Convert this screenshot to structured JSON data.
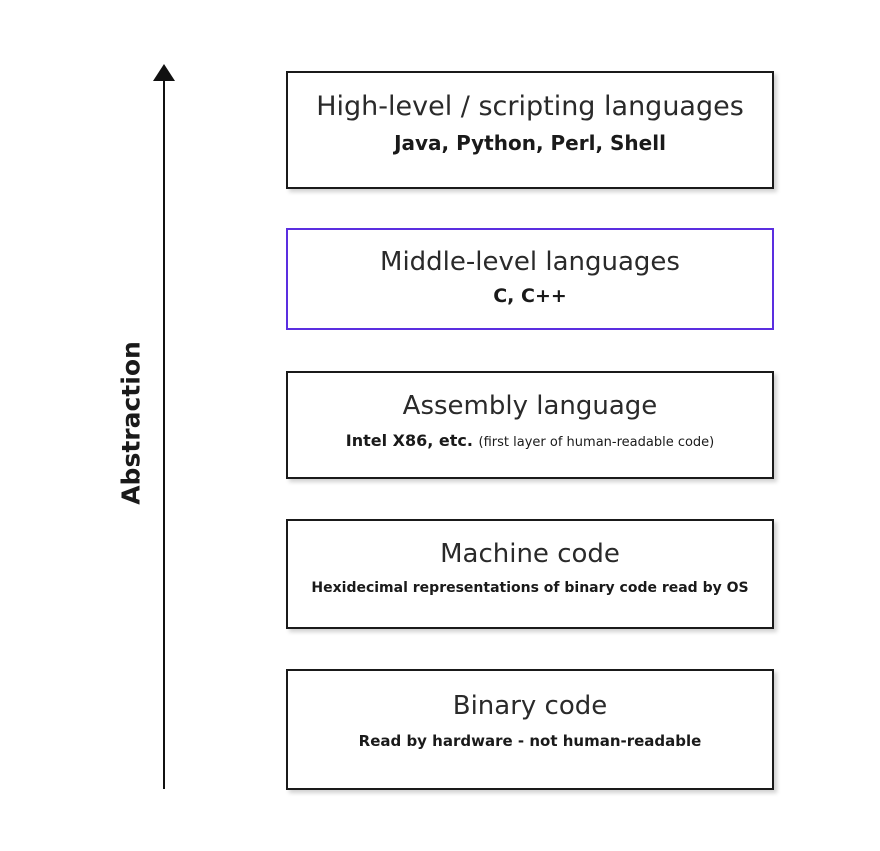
{
  "axis": {
    "label": "Abstraction",
    "direction_icon": "arrow-up-icon"
  },
  "colors": {
    "default_border": "#1a1a1a",
    "highlight_border": "#5b2ee0"
  },
  "layers": [
    {
      "title": "High-level / scripting languages",
      "subtitle": "Java, Python, Perl, Shell",
      "note": "",
      "highlighted": false
    },
    {
      "title": "Middle-level languages",
      "subtitle": "C, C++",
      "note": "",
      "highlighted": true
    },
    {
      "title": "Assembly language",
      "subtitle": "Intel X86, etc.",
      "note": "(first layer of human-readable code)",
      "highlighted": false
    },
    {
      "title": "Machine code",
      "subtitle": "Hexidecimal representations of binary code read by OS",
      "note": "",
      "highlighted": false
    },
    {
      "title": "Binary code",
      "subtitle": "Read by hardware - not human-readable",
      "note": "",
      "highlighted": false
    }
  ]
}
